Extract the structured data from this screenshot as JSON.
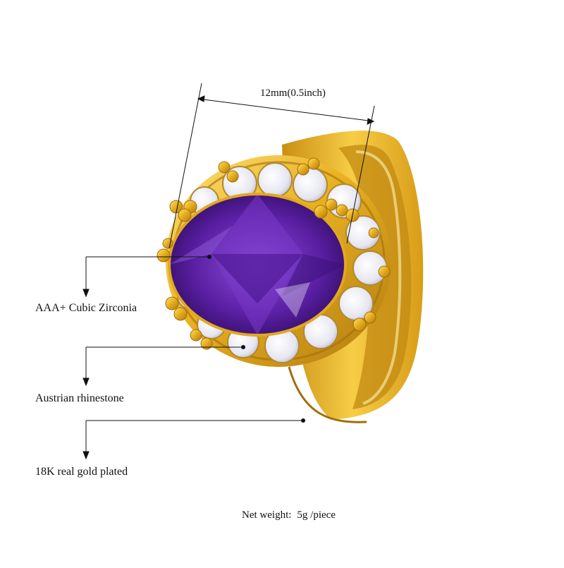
{
  "image": {
    "subject": "gold ring with oval purple stone surrounded by clear rhinestones",
    "colors": {
      "background": "#ffffff",
      "gold": "#e8b020",
      "gold_dark": "#b07a10",
      "gold_light": "#ffe27a",
      "amethyst": "#5a1fa3",
      "amethyst_dark": "#2c0a5a",
      "rhinestone": "#eeeef6",
      "leader_line": "#111111"
    }
  },
  "annotations": {
    "dimension": "12mm(0.5inch)",
    "stone": "AAA+ Cubic Zirconia",
    "rhinestone": "Austrian rhinestone",
    "plating": "18K real gold plated",
    "weight_label": "Net weight:",
    "weight_value": "5g /piece"
  }
}
